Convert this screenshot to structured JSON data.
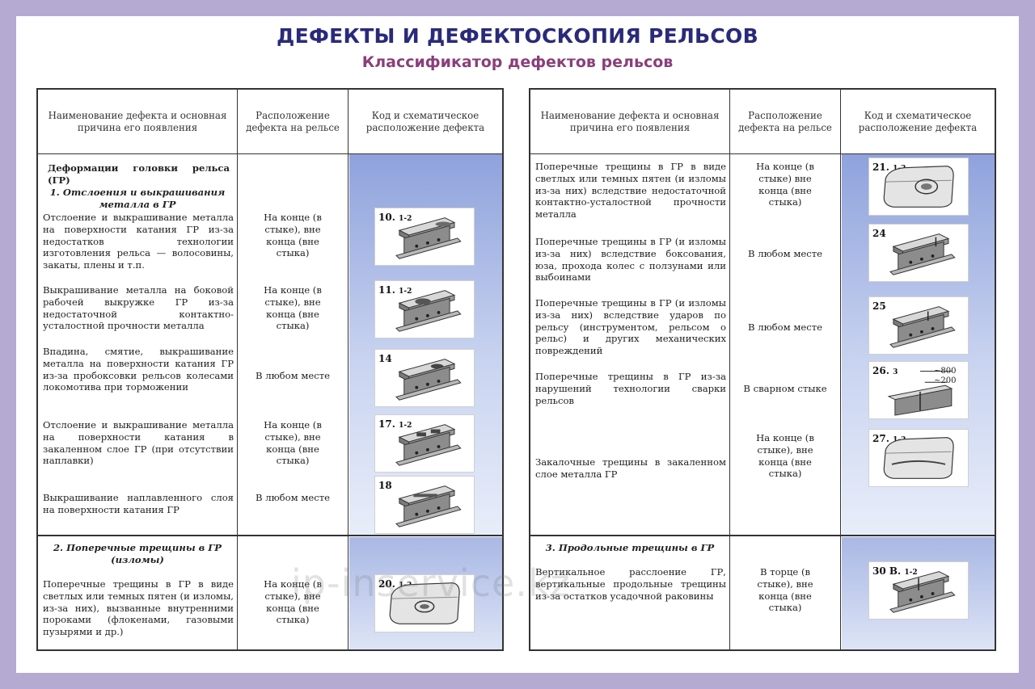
{
  "title": "ДЕФЕКТЫ И ДЕФЕКТОСКОПИЯ РЕЛЬСОВ",
  "subtitle": "Классификатор дефектов рельсов",
  "headers": {
    "name": "Наименование дефекта и основная причина его появления",
    "location": "Расположение дефекта на рельсе",
    "code": "Код и схематическое расположение дефекта"
  },
  "left": {
    "section1": "Деформации головки рельса (ГР)",
    "subsection1": "1. Отслоения и выкрашивания металла в ГР",
    "rows": [
      {
        "text": "Отслоение и выкрашивание металла на поверхности катания ГР из-за недостатков технологии изготовления рельса — волосовины, закаты, плены и т.п.",
        "location": "На конце (в стыке), вне конца (вне стыка)",
        "code": "10.",
        "sub": "1-2",
        "icon": "rail-defect-10-icon"
      },
      {
        "text": "Выкрашивание металла на боковой рабочей выкружке ГР из-за недостаточной контактно-усталостной прочности металла",
        "location": "На конце (в стыке), вне конца (вне стыка)",
        "code": "11.",
        "sub": "1-2",
        "icon": "rail-defect-11-icon"
      },
      {
        "text": "Впадина, смятие, выкрашивание металла на поверхности катания ГР из-за пробоксовки рельсов колесами локомотива при торможении",
        "location": "В любом месте",
        "code": "14",
        "sub": "",
        "icon": "rail-defect-14-icon"
      },
      {
        "text": "Отслоение и выкрашивание металла на поверхности катания в закаленном слое ГР (при отсутствии наплавки)",
        "location": "На конце (в стыке), вне конца (вне стыка)",
        "code": "17.",
        "sub": "1-2",
        "icon": "rail-defect-17-icon"
      },
      {
        "text": "Выкрашивание наплавленного слоя на поверхности катания ГР",
        "location": "В любом месте",
        "code": "18",
        "sub": "",
        "icon": "rail-defect-18-icon"
      }
    ],
    "section2": "2. Поперечные трещины в ГР (изломы)",
    "row6": {
      "text": "Поперечные трещины в ГР в виде светлых или темных пятен (и изломы, из-за них), вызванные внутренними пороками (флокенами, газовыми пузырями и др.)",
      "location": "На конце (в стыке), вне конца (вне стыка)",
      "code": "20.",
      "sub": "1-2",
      "icon": "rail-defect-20-icon"
    }
  },
  "right": {
    "rows": [
      {
        "text": "Поперечные трещины в ГР в виде светлых или темных пятен (и изломы из-за них) вследствие недостаточной контактно-усталостной прочности металла",
        "location": "На конце (в стыке) вне конца (вне стыка)",
        "code": "21.",
        "sub": "1-2",
        "icon": "rail-defect-21-icon"
      },
      {
        "text": "Поперечные трещины в ГР (и изломы из-за них) вследствие боксования, юза, прохода колес с ползунами или выбоинами",
        "location": "В любом месте",
        "code": "24",
        "sub": "",
        "icon": "rail-defect-24-icon"
      },
      {
        "text": "Поперечные трещины в ГР (и изломы из-за них) вследствие ударов по рельсу (инструментом, рельсом о рельс) и других механических повреждений",
        "location": "В любом месте",
        "code": "25",
        "sub": "",
        "icon": "rail-defect-25-icon"
      },
      {
        "text": "Поперечные трещины в ГР из-за нарушений технологии сварки рельсов",
        "location": "В сварном стыке",
        "code": "26.",
        "sub": "3",
        "icon": "rail-defect-26-icon",
        "dim1": "~800",
        "dim2": "~200"
      },
      {
        "text": "Закалочные трещины в закаленном слое металла ГР",
        "location": "На конце (в стыке), вне конца (вне стыка)",
        "code": "27.",
        "sub": "1-2",
        "icon": "rail-defect-27-icon"
      }
    ],
    "section3": "3. Продольные трещины в ГР",
    "row6": {
      "text": "Вертикальное расслоение ГР, вертикальные продольные трещины из-за остатков усадочной раковины",
      "location": "В торце (в стыке), вне конца (вне стыка)",
      "code": "30 В.",
      "sub": "1-2",
      "icon": "rail-defect-30v-icon"
    }
  },
  "watermark": "ip-inservice.kz"
}
